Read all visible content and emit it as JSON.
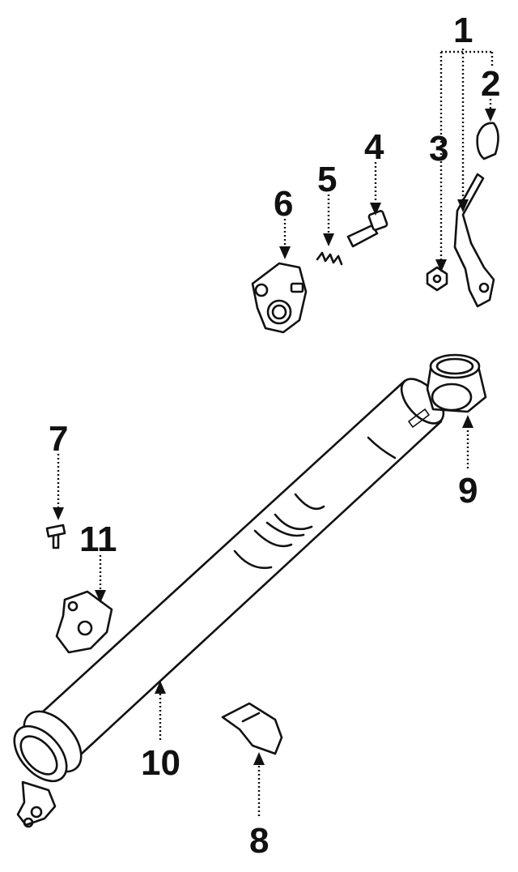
{
  "diagram": {
    "callouts": {
      "c1": "1",
      "c2": "2",
      "c3": "3",
      "c4": "4",
      "c5": "5",
      "c6": "6",
      "c7": "7",
      "c8": "8",
      "c9": "9",
      "c10": "10",
      "c11": "11"
    },
    "colors": {
      "ink": "#111111",
      "paper": "#ffffff"
    }
  }
}
